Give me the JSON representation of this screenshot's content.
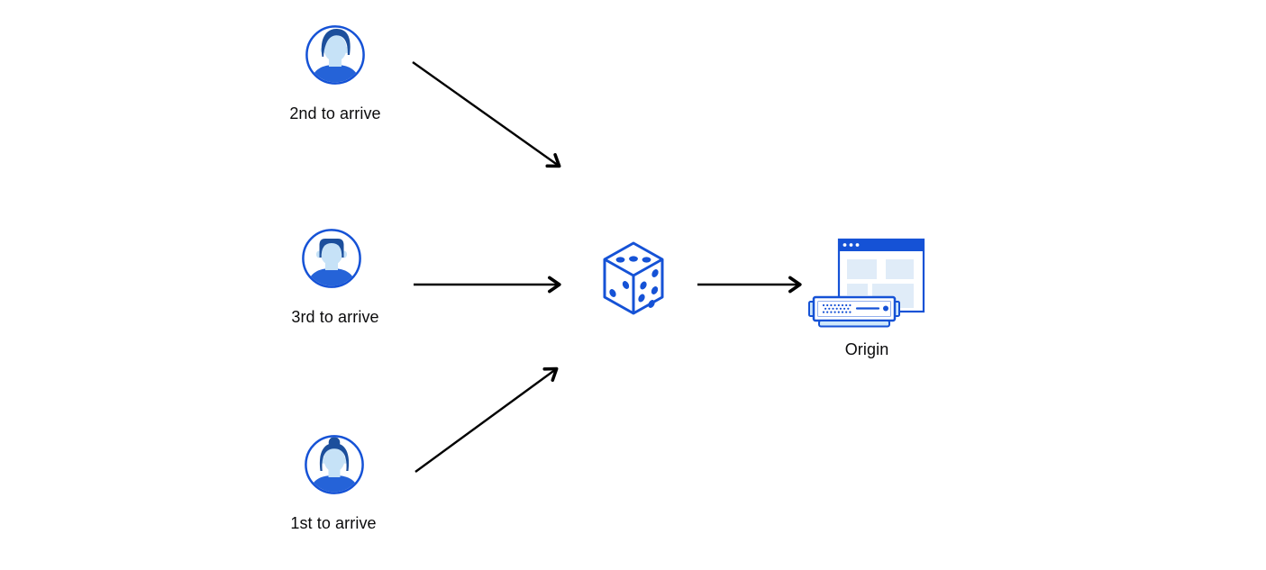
{
  "colors": {
    "bg": "#ffffff",
    "accent": "#1552d6",
    "hair": "#1c4f9c",
    "face": "#c6e2f7",
    "shirt": "#2563d8",
    "panel": "#e0ecf8",
    "cap": "#cfe8fb",
    "arrow": "#000000",
    "text": "#0b0b0c"
  },
  "clients": [
    {
      "label": "2nd to arrive",
      "icon": "avatar-man-quiff-icon"
    },
    {
      "label": "3rd to arrive",
      "icon": "avatar-man-flattop-icon"
    },
    {
      "label": "1st to arrive",
      "icon": "avatar-woman-bun-icon"
    }
  ],
  "selector": {
    "icon": "dice-icon",
    "dice_faces": {
      "top_dots": 3,
      "left_dots": 2,
      "right_dots": 5
    }
  },
  "origin": {
    "label": "Origin",
    "icon": "origin-server-icon"
  },
  "arrows": [
    {
      "from": "client-2nd-to-arrive",
      "to": "dice"
    },
    {
      "from": "client-3rd-to-arrive",
      "to": "dice"
    },
    {
      "from": "client-1st-to-arrive",
      "to": "dice"
    },
    {
      "from": "dice",
      "to": "origin"
    }
  ]
}
